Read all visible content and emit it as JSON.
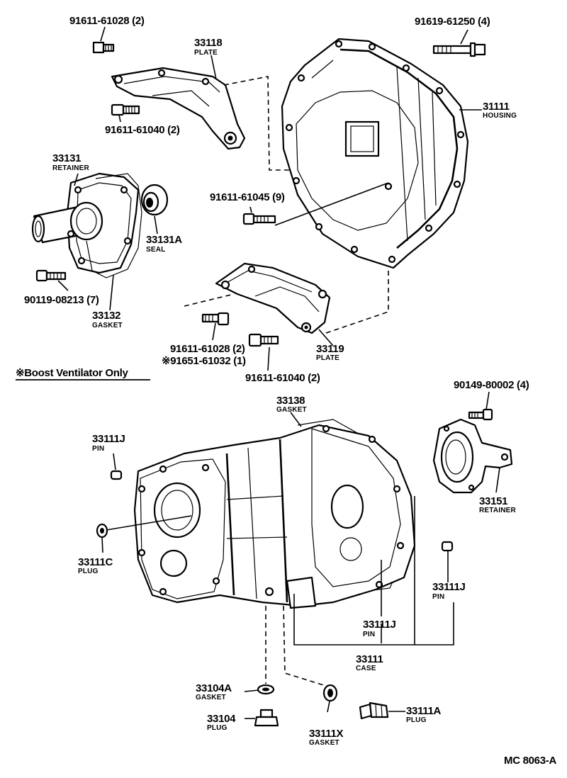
{
  "diagram_code": "MC 8063-A",
  "note": "※Boost Ventilator Only",
  "parts": {
    "bolt_91611_61028_top": {
      "number": "91611-61028 (2)"
    },
    "plate_33118": {
      "number": "33118",
      "name": "PLATE"
    },
    "bolt_91619_61250": {
      "number": "91619-61250 (4)"
    },
    "housing_31111": {
      "number": "31111",
      "name": "HOUSING"
    },
    "bolt_91611_61040_top": {
      "number": "91611-61040 (2)"
    },
    "retainer_33131": {
      "number": "33131",
      "name": "RETAINER"
    },
    "bolt_91611_61045": {
      "number": "91611-61045 (9)"
    },
    "seal_33131A": {
      "number": "33131A",
      "name": "SEAL"
    },
    "bolt_90119_08213": {
      "number": "90119-08213 (7)"
    },
    "gasket_33132": {
      "number": "33132",
      "name": "GASKET"
    },
    "bolt_91611_61028_mid": {
      "number": "91611-61028 (2)"
    },
    "bolt_91651_61032": {
      "number": "※91651-61032 (1)"
    },
    "plate_33119": {
      "number": "33119",
      "name": "PLATE"
    },
    "bolt_91611_61040_mid": {
      "number": "91611-61040 (2)"
    },
    "gasket_33138": {
      "number": "33138",
      "name": "GASKET"
    },
    "bolt_90149_80002": {
      "number": "90149-80002 (4)"
    },
    "pin_33111J_left": {
      "number": "33111J",
      "name": "PIN"
    },
    "retainer_33151": {
      "number": "33151",
      "name": "RETAINER"
    },
    "plug_33111C": {
      "number": "33111C",
      "name": "PLUG"
    },
    "pin_33111J_right": {
      "number": "33111J",
      "name": "PIN"
    },
    "pin_33111J_center": {
      "number": "33111J",
      "name": "PIN"
    },
    "case_33111": {
      "number": "33111",
      "name": "CASE"
    },
    "gasket_33104A": {
      "number": "33104A",
      "name": "GASKET"
    },
    "plug_33104": {
      "number": "33104",
      "name": "PLUG"
    },
    "gasket_33111X": {
      "number": "33111X",
      "name": "GASKET"
    },
    "plug_33111A": {
      "number": "33111A",
      "name": "PLUG"
    }
  }
}
